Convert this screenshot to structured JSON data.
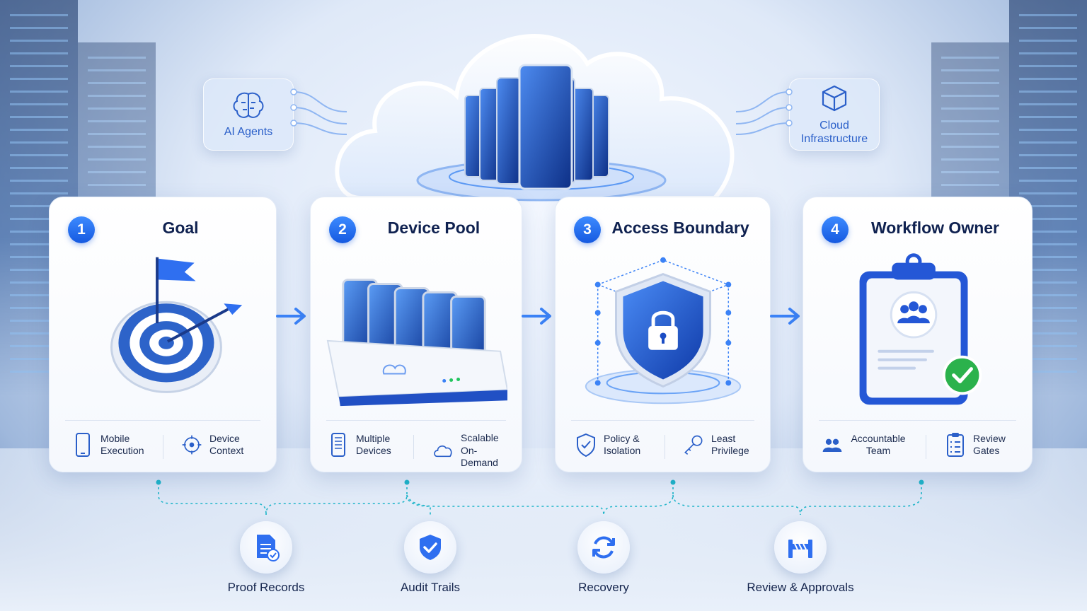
{
  "side_tags": {
    "left": "AI Agents",
    "right": "Cloud Infrastructure"
  },
  "cards": [
    {
      "number": "1",
      "title": "Goal",
      "features": [
        "Mobile Execution",
        "Device Context"
      ]
    },
    {
      "number": "2",
      "title": "Device Pool",
      "features": [
        "Multiple Devices",
        "Scalable On-Demand"
      ]
    },
    {
      "number": "3",
      "title": "Access Boundary",
      "features": [
        "Policy & Isolation",
        "Least Privilege"
      ]
    },
    {
      "number": "4",
      "title": "Workflow Owner",
      "features": [
        "Accountable Team",
        "Review Gates"
      ]
    }
  ],
  "bottom_items": [
    "Proof Records",
    "Audit Trails",
    "Recovery",
    "Review & Approvals"
  ],
  "colors": {
    "accent": "#1559e0",
    "accent_light": "#3d8bff",
    "teal_dots": "#1fb5c9",
    "check_green": "#2bb24c"
  },
  "icons": {
    "ai_agents": "brain-icon",
    "cloud_infrastructure": "cube-icon",
    "goal": "target-flag-icon",
    "device_pool": "phone-dock-icon",
    "access_boundary": "shield-lock-icon",
    "workflow_owner": "clipboard-team-icon"
  }
}
